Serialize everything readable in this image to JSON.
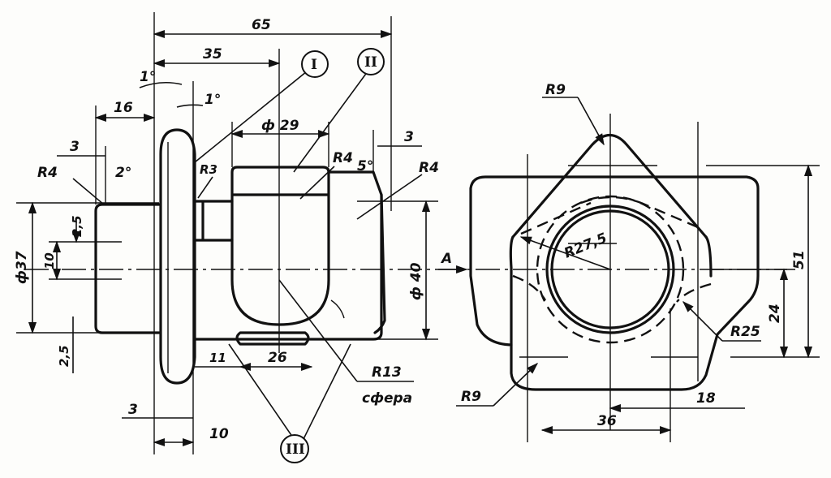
{
  "front_view": {
    "dimensions": {
      "overall_length": "65",
      "length_35": "35",
      "angle_1a": "1°",
      "angle_1b": "1°",
      "length_16": "16",
      "diameter_29": "ф 29",
      "offset_3_top_left": "3",
      "offset_3_top_right": "3",
      "angle_2": "2°",
      "radius_r4_left": "R4",
      "radius_r3": "R3",
      "radius_r4_mid": "R4",
      "angle_5": "5°",
      "radius_r4_right": "R4",
      "height_2_5_top": "2,5",
      "height_10": "10",
      "diameter_37": "ф37",
      "height_2_5_bottom": "2,5",
      "diameter_40": "ф 40",
      "length_11": "11",
      "length_26": "26",
      "radius_r13": "R13",
      "sphere_note": "сфера",
      "offset_3_bottom": "3",
      "length_10_bottom": "10"
    },
    "callouts": {
      "one": "I",
      "two": "II",
      "three": "III"
    }
  },
  "side_view": {
    "dimensions": {
      "radius_r9_top": "R9",
      "radius_r27_5": "R27,5",
      "section_a": "A",
      "height_51": "51",
      "height_24": "24",
      "radius_r25": "R25",
      "radius_r9_bottom": "R9",
      "width_18": "18",
      "width_36": "36"
    }
  }
}
